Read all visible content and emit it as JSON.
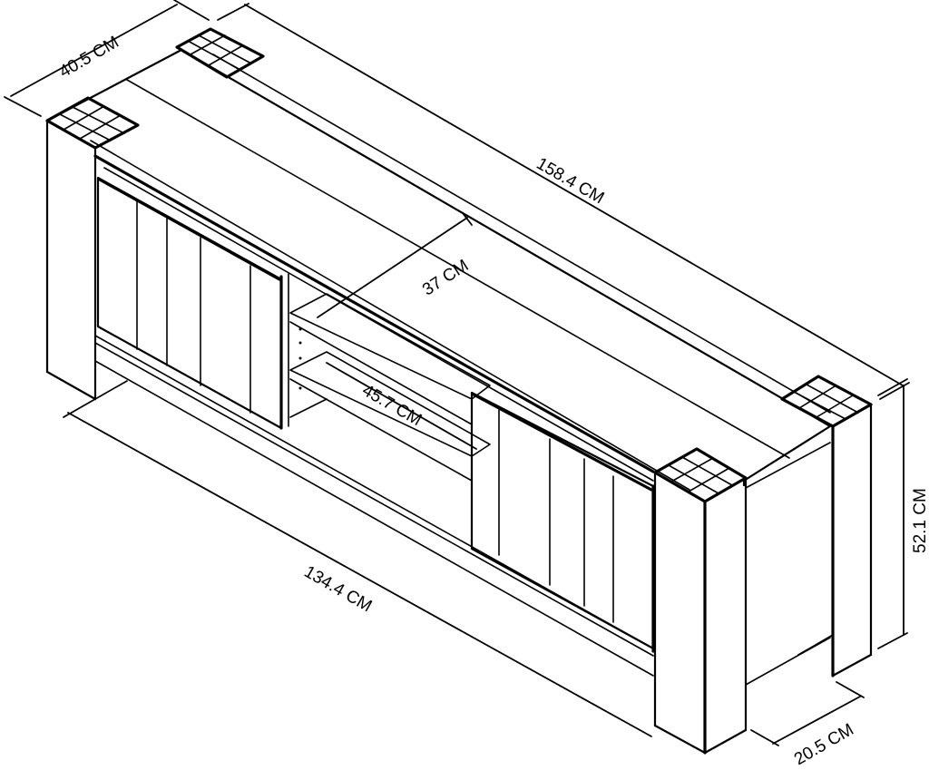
{
  "drawing": {
    "subject": "TV cabinet with two sliding slatted doors, central open shelving, four square-capped corner legs",
    "line_color": "#000000",
    "background": "#ffffff"
  },
  "dimensions": {
    "depth_overall": "40.5 CM",
    "width_overall": "158.4 CM",
    "shelf_depth": "37 CM",
    "shelf_width": "45.7 CM",
    "inner_width": "134.4 CM",
    "height_overall": "52.1 CM",
    "leg_depth": "20.5 CM"
  }
}
